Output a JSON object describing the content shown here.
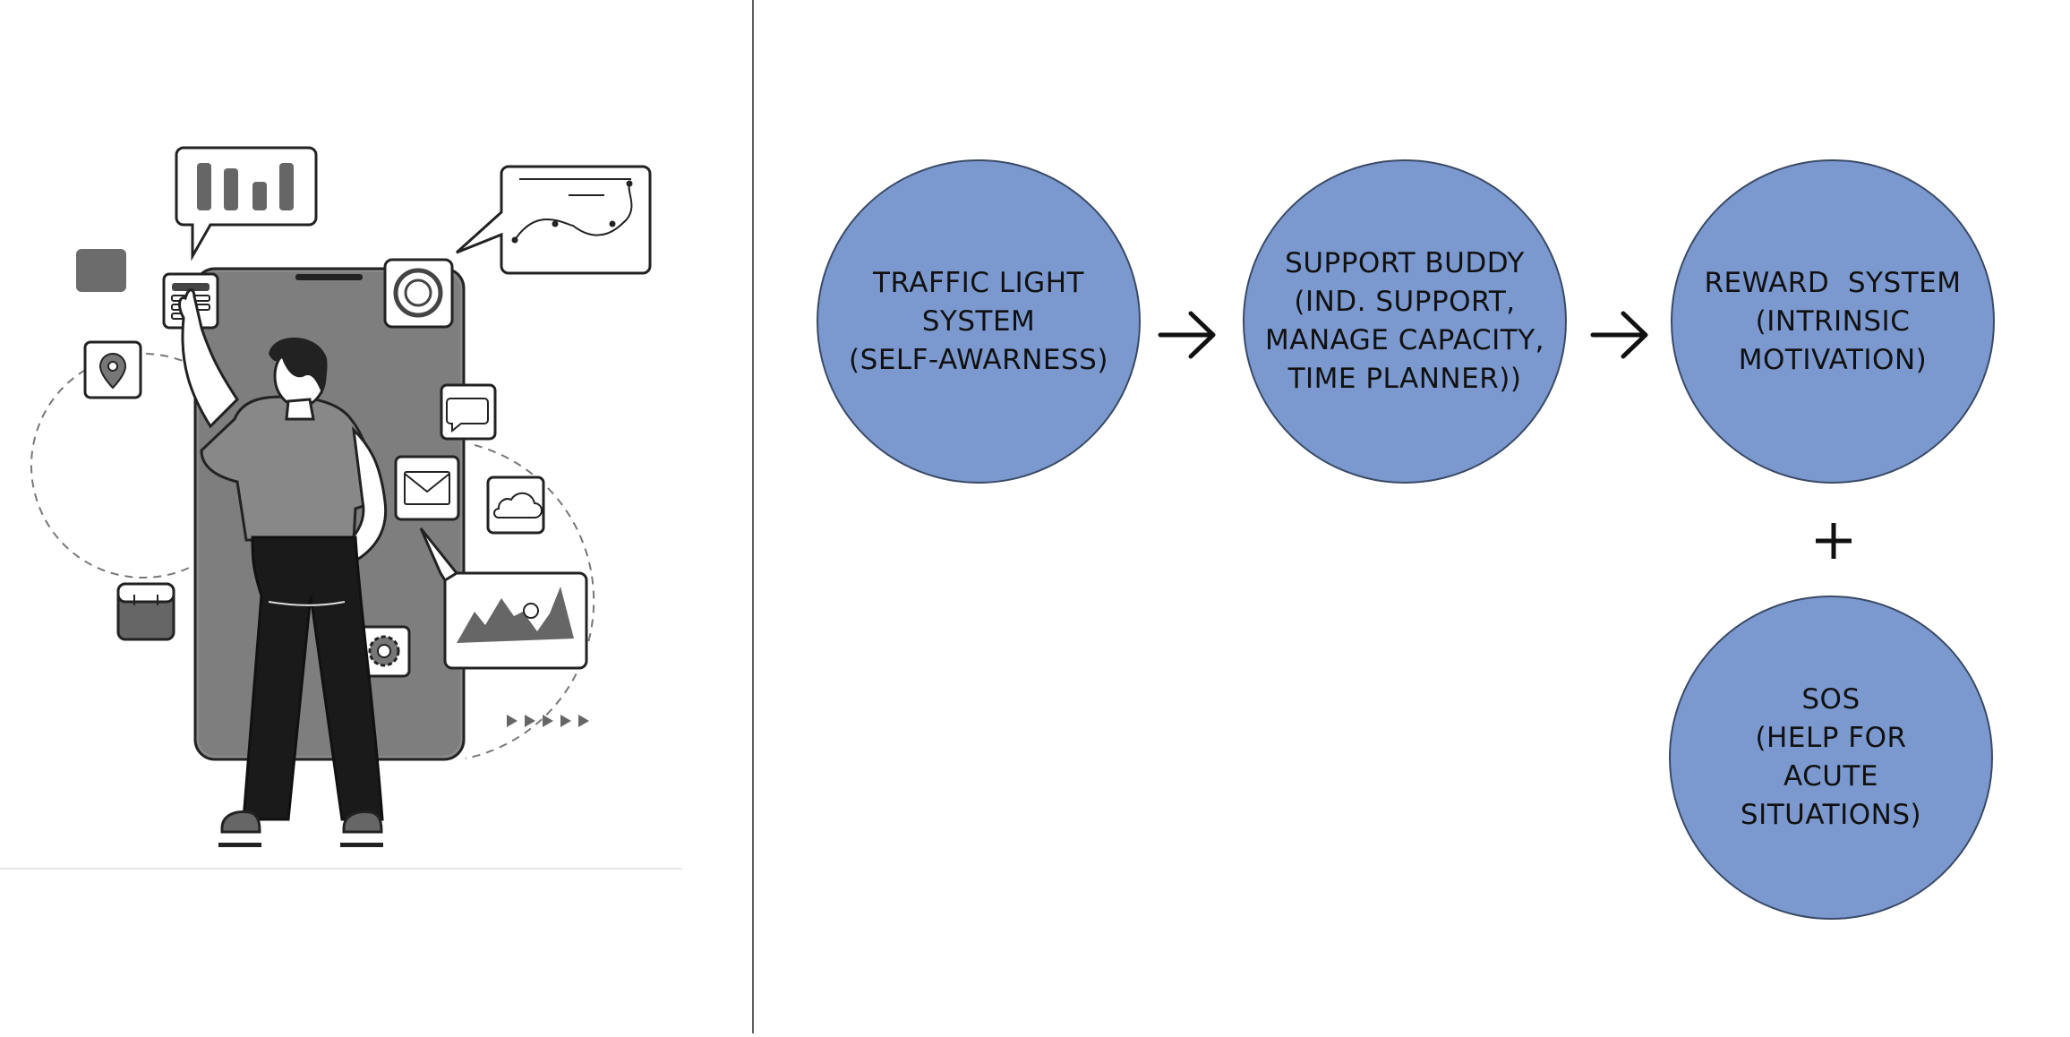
{
  "nodes": [
    {
      "id": "traffic-light",
      "lines": [
        "TRAFFIC LIGHT",
        "SYSTEM",
        "(SELF-AWARNESS)"
      ]
    },
    {
      "id": "support-buddy",
      "lines": [
        "SUPPORT BUDDY",
        "(IND. SUPPORT,",
        "MANAGE CAPACITY,",
        "TIME PLANNER))"
      ]
    },
    {
      "id": "reward-system",
      "lines": [
        "REWARD  SYSTEM",
        "(INTRINSIC",
        "MOTIVATION)"
      ]
    },
    {
      "id": "sos",
      "lines": [
        "SOS",
        "(HELP FOR",
        "ACUTE",
        "SITUATIONS)"
      ]
    }
  ],
  "connectors": [
    {
      "from": "traffic-light",
      "to": "support-buddy",
      "symbol": "arrow-right-icon"
    },
    {
      "from": "support-buddy",
      "to": "reward-system",
      "symbol": "arrow-right-icon"
    },
    {
      "from": "reward-system",
      "to": "sos",
      "symbol": "plus-icon"
    }
  ],
  "colors": {
    "node_fill": "#7b99cf",
    "node_stroke": "#3a4a66",
    "text": "#111111",
    "divider": "#5f5f5f"
  }
}
